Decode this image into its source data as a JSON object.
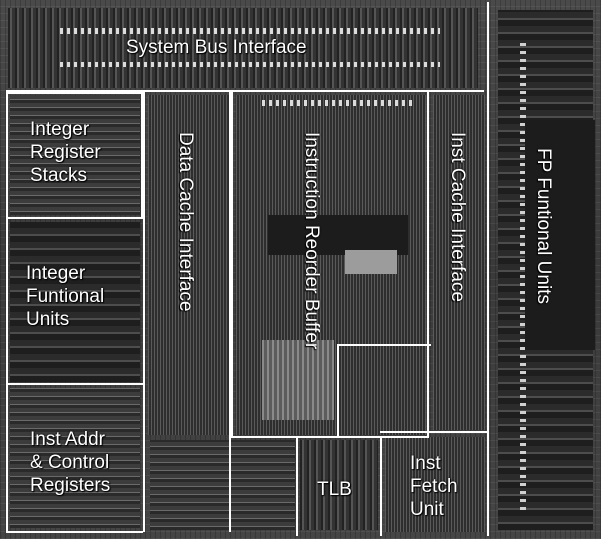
{
  "figure": {
    "blocks": [
      {
        "id": "system-bus-interface",
        "lines": [
          "System Bus Interface"
        ]
      },
      {
        "id": "integer-register-stacks",
        "lines": [
          "Integer",
          "Register",
          "Stacks"
        ]
      },
      {
        "id": "integer-funtional-units",
        "lines": [
          "Integer",
          "Funtional",
          "Units"
        ]
      },
      {
        "id": "inst-addr-control-registers",
        "lines": [
          "Inst Addr",
          "& Control",
          "Registers"
        ]
      },
      {
        "id": "data-cache-interface",
        "lines": [
          "Data Cache Interface"
        ]
      },
      {
        "id": "instruction-reorder-buffer",
        "lines": [
          "Instruction",
          "Reorder Buffer"
        ]
      },
      {
        "id": "inst-cache-interface",
        "lines": [
          "Inst Cache Interface"
        ]
      },
      {
        "id": "fp-funtional-units",
        "lines": [
          "FP Funtional Units"
        ]
      },
      {
        "id": "tlb",
        "lines": [
          "TLB"
        ]
      },
      {
        "id": "inst-fetch-unit",
        "lines": [
          "Inst",
          "Fetch",
          "Unit"
        ]
      }
    ],
    "colors": {
      "outline": "#ffffff",
      "label": "#ffffff",
      "die": "#3f3f3f"
    }
  }
}
